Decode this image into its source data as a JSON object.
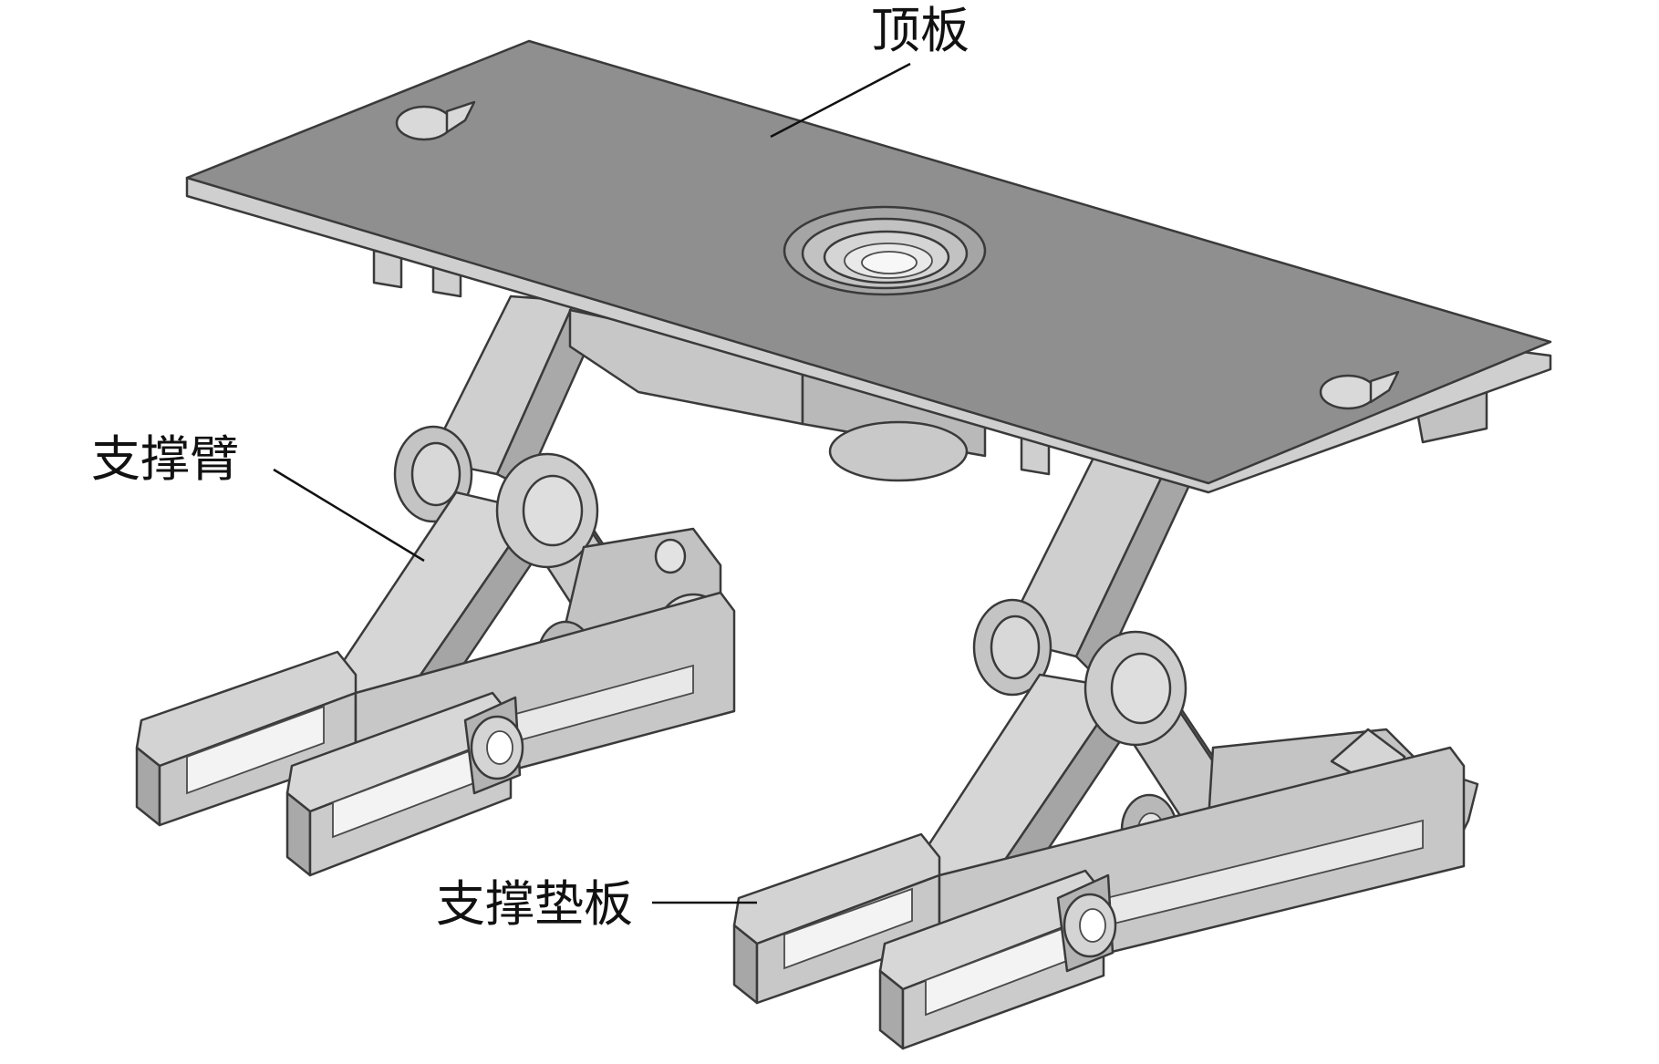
{
  "labels": {
    "top_plate": "顶板",
    "support_arm": "支撑臂",
    "support_pad": "支撑垫板"
  },
  "colors": {
    "plate_top": "#8f8f8f",
    "plate_edge": "#c9c9c9",
    "metal_light": "#d2d2d2",
    "metal_mid": "#b5b5b5",
    "metal_dark": "#8c8c8c",
    "outline": "#3a3a3a",
    "background": "#ffffff"
  }
}
